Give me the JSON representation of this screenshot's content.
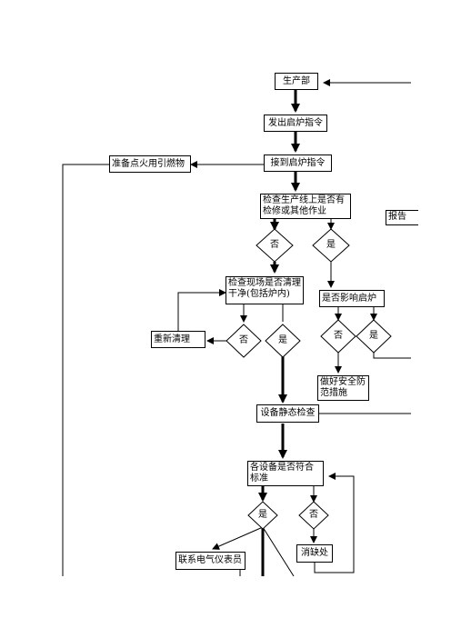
{
  "nodes": {
    "production_dept": "生产部",
    "issue_start_order": "发出启炉指令",
    "receive_start_order": "接到启炉指令",
    "prepare_ignition_fuel": "准备点火用引燃物",
    "check_maintenance": "检查生产线上是否有检修或其他作业",
    "report_partial": "报告",
    "check_site_clean": "检查现场是否清理干净(包括炉内)",
    "affects_start": "是否影响启炉",
    "reclean": "重新清理",
    "safety_measures": "做好安全防范措施",
    "equipment_static_check": "设备静态检查",
    "equipment_meets_standard": "各设备是否符合标准",
    "fix_defects": "消缺处",
    "contact_instrument_staff": "联系电气仪表员"
  },
  "decisions": {
    "maint_no": "否",
    "maint_yes": "是",
    "clean_no": "否",
    "clean_yes": "是",
    "affect_no": "否",
    "affect_yes": "是",
    "std_yes": "是",
    "std_no": "否"
  }
}
